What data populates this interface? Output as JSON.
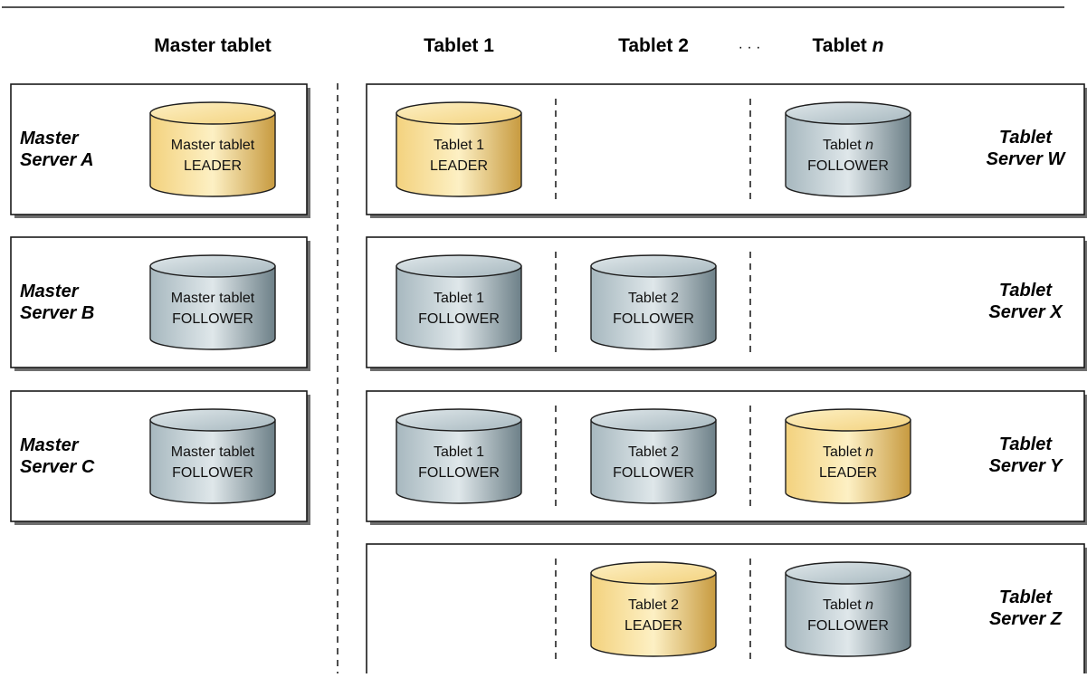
{
  "headers": {
    "master": "Master tablet",
    "tablet1": "Tablet 1",
    "tablet2": "Tablet 2",
    "ellipsis": "· · ·",
    "tabletn_prefix": "Tablet ",
    "tabletn_n": "n"
  },
  "masters": [
    {
      "line1": "Master",
      "line2": "Server A",
      "cyl_line1": "Master tablet",
      "cyl_line2": "LEADER",
      "role": "leader"
    },
    {
      "line1": "Master",
      "line2": "Server B",
      "cyl_line1": "Master tablet",
      "cyl_line2": "FOLLOWER",
      "role": "follower"
    },
    {
      "line1": "Master",
      "line2": "Server C",
      "cyl_line1": "Master tablet",
      "cyl_line2": "FOLLOWER",
      "role": "follower"
    }
  ],
  "tablet_servers": [
    {
      "line1": "Tablet",
      "line2": "Server W",
      "cells": [
        {
          "name": "Tablet 1",
          "italic_n": false,
          "role_label": "LEADER",
          "role": "leader"
        },
        null,
        {
          "name": "Tablet ",
          "italic_n": true,
          "role_label": "FOLLOWER",
          "role": "follower"
        }
      ]
    },
    {
      "line1": "Tablet",
      "line2": "Server X",
      "cells": [
        {
          "name": "Tablet 1",
          "italic_n": false,
          "role_label": "FOLLOWER",
          "role": "follower"
        },
        {
          "name": "Tablet 2",
          "italic_n": false,
          "role_label": "FOLLOWER",
          "role": "follower"
        },
        null
      ]
    },
    {
      "line1": "Tablet",
      "line2": "Server Y",
      "cells": [
        {
          "name": "Tablet 1",
          "italic_n": false,
          "role_label": "FOLLOWER",
          "role": "follower"
        },
        {
          "name": "Tablet 2",
          "italic_n": false,
          "role_label": "FOLLOWER",
          "role": "follower"
        },
        {
          "name": "Tablet ",
          "italic_n": true,
          "role_label": "LEADER",
          "role": "leader"
        }
      ]
    },
    {
      "line1": "Tablet",
      "line2": "Server Z",
      "cells": [
        null,
        {
          "name": "Tablet 2",
          "italic_n": false,
          "role_label": "LEADER",
          "role": "leader"
        },
        {
          "name": "Tablet ",
          "italic_n": true,
          "role_label": "FOLLOWER",
          "role": "follower"
        }
      ]
    }
  ],
  "colors": {
    "leader_light": "#fdf0c4",
    "leader_mid": "#f3d27e",
    "leader_dark": "#c79a3f",
    "follower_light": "#dfe7ea",
    "follower_mid": "#a7b8bf",
    "follower_dark": "#6d8088"
  }
}
